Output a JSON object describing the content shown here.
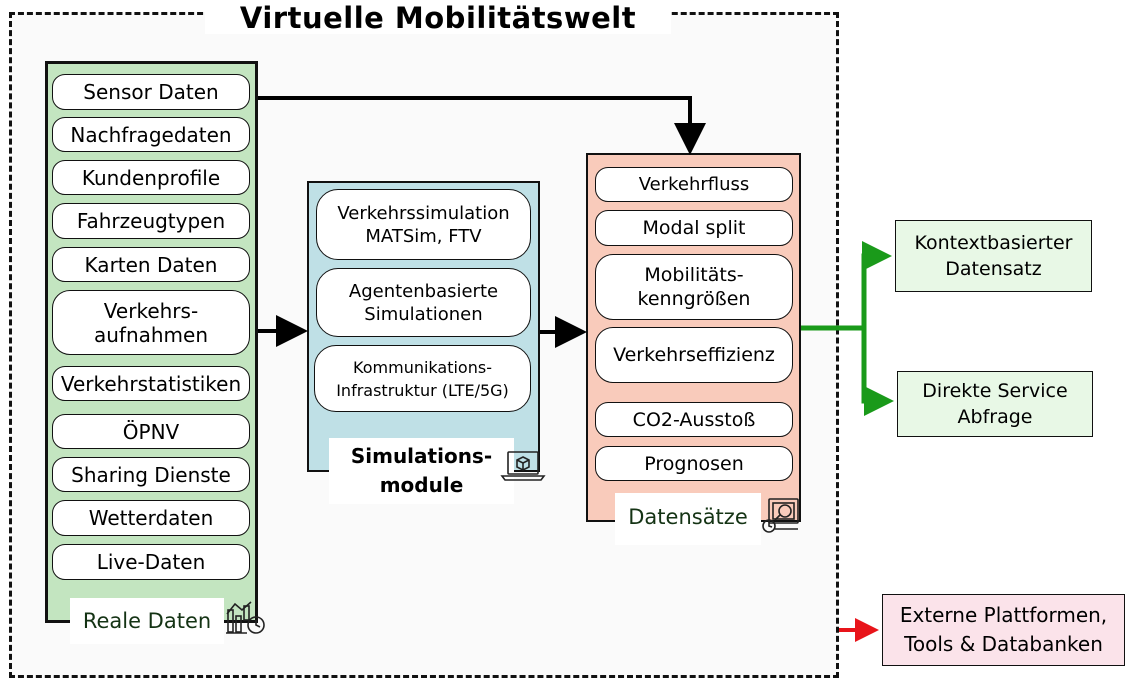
{
  "title": "Virtuelle Mobilitätswelt",
  "colors": {
    "real_bg": "#c3e5c0",
    "sim_bg": "#bfe0e6",
    "data_bg": "#f9cbbb",
    "out_green_bg": "#e8f8e6",
    "out_pink_bg": "#fbe3ea",
    "green_arrow": "#1a9a1a",
    "red_arrow": "#e8141a"
  },
  "real_data": {
    "caption": "Reale Daten",
    "icon": "chart-clock-icon",
    "items": [
      "Sensor Daten",
      "Nachfragedaten",
      "Kundenprofile",
      "Fahrzeugtypen",
      "Karten Daten",
      "Verkehrs-\naufnahmen",
      "Verkehrstatistiken",
      "ÖPNV",
      "Sharing Dienste",
      "Wetterdaten",
      "Live-Daten"
    ]
  },
  "simulation": {
    "caption": "Simulations-\nmodule",
    "icon": "laptop-cube-icon",
    "items": [
      "Verkehrssimulation\nMATSim, FTV",
      "Agentenbasierte\nSimulationen",
      "Kommunikations-\nInfrastruktur (LTE/5G)"
    ]
  },
  "datasets": {
    "caption": "Datensätze",
    "icon": "dataset-search-icon",
    "items": [
      "Verkehrfluss",
      "Modal split",
      "Mobilitäts-\nkenngrößen",
      "Verkehrseffizienz",
      "CO2-Ausstoß",
      "Prognosen"
    ]
  },
  "outputs": {
    "context": "Kontextbasierter\nDatensatz",
    "direct": "Direkte Service\nAbfrage",
    "external": "Externe Plattformen,\nTools & Databanken"
  }
}
